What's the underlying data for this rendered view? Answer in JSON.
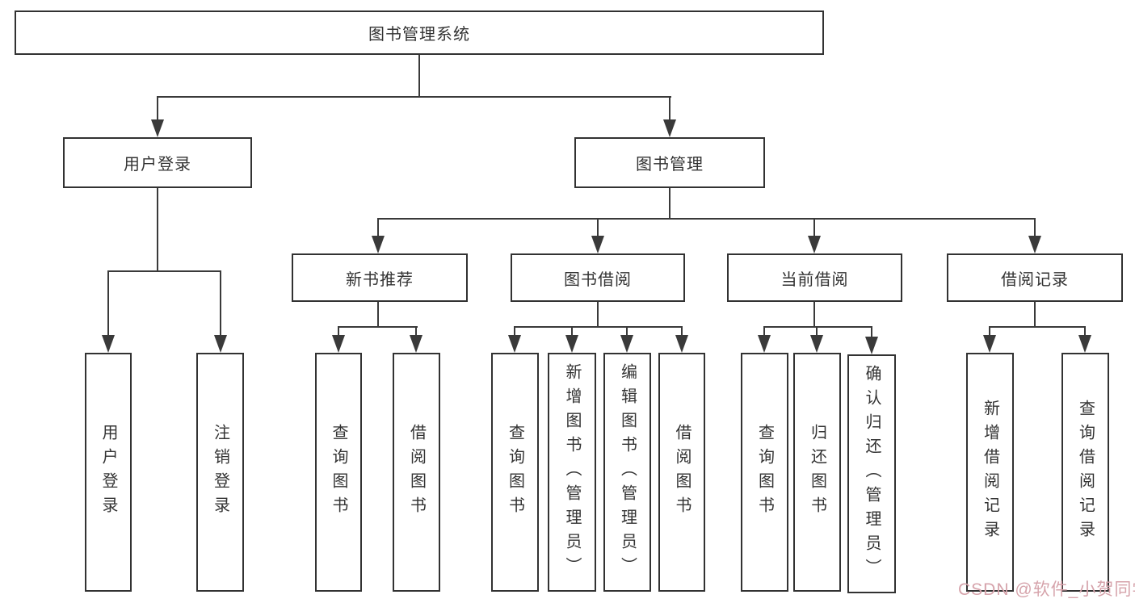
{
  "nodes": {
    "root": "图书管理系统",
    "l2": [
      "用户登录",
      "图书管理"
    ],
    "l3": [
      "新书推荐",
      "图书借阅",
      "当前借阅",
      "借阅记录"
    ],
    "leaves": [
      "用户登录",
      "注销登录",
      "查询图书",
      "借阅图书",
      "查询图书",
      "新增图书（管理员）",
      "编辑图书（管理员）",
      "借阅图书",
      "查询图书",
      "归还图书",
      "确认归还（管理员）",
      "新增借阅记录",
      "查询借阅记录"
    ]
  },
  "watermark": {
    "text": "CSDN @软件_小贺同学",
    "color": "#d6a3ab"
  },
  "colors": {
    "line": "#3a3a3a",
    "box_border": "#323232",
    "text": "#333333",
    "background": "#ffffff"
  }
}
